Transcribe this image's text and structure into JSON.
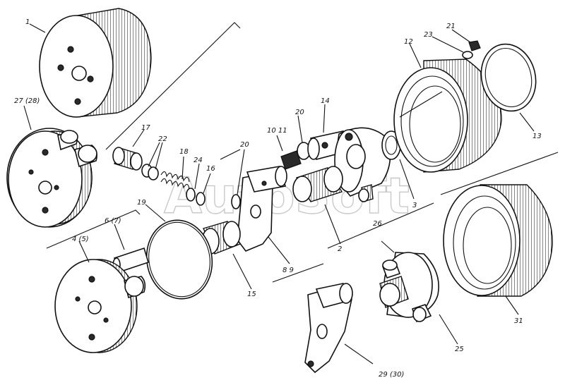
{
  "watermark": "AutoSoft",
  "labels": {
    "l1": "1",
    "l27": "27 (28)",
    "l17": "17",
    "l22": "22",
    "l18": "18",
    "l24": "24",
    "l16": "16",
    "l20a": "20",
    "l20b": "20",
    "l14": "14",
    "l1011": "10 11",
    "l21": "21",
    "l23": "23",
    "l12": "12",
    "l13": "13",
    "l3": "3",
    "l19": "19",
    "l67": "6 (7)",
    "l45": "4 (5)",
    "l15": "15",
    "l89": "8 9",
    "l2": "2",
    "l26": "26",
    "l25": "25",
    "l31": "31",
    "l2930": "29 (30)"
  }
}
